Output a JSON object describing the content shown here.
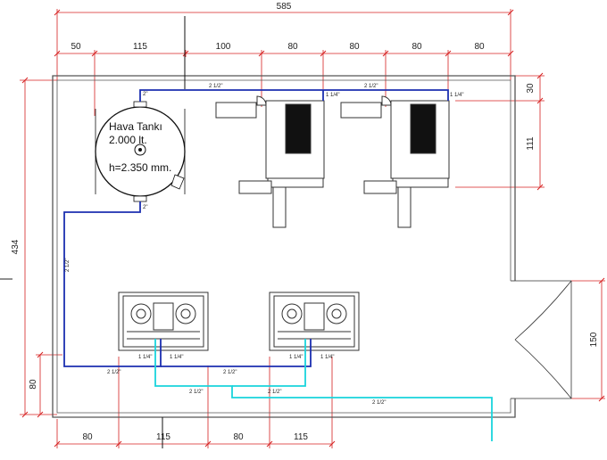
{
  "colors": {
    "dimension": "#d62020",
    "wall": "#555555",
    "air_pipe": "#1c2fb0",
    "water_pipe": "#19d4dc",
    "equipment": "#333333"
  },
  "dimensions": {
    "overall_width": "585",
    "top_segments": [
      "50",
      "115",
      "100",
      "80",
      "80",
      "80",
      "80"
    ],
    "bottom_segments": [
      "80",
      "115",
      "80",
      "115"
    ],
    "left_height": "434",
    "left_bottom": "80",
    "right_top": "30",
    "right_mid": "111",
    "right_door": "150"
  },
  "tank": {
    "line1": "Hava Tankı",
    "line2": "2.000 lt.",
    "line3": "h=2.350 mm."
  },
  "pipe_labels": {
    "top_main_1": "2 1/2\"",
    "top_main_2": "2 1/2\"",
    "tank_top": "2\"",
    "tank_bottom": "2\"",
    "comp1_in": "1 1/4\"",
    "comp2_in": "1 1/4\"",
    "left_riser": "2 1/2\"",
    "dryer1_left": "1 1/4\"",
    "dryer1_right": "1 1/4\"",
    "dryer2_left": "1 1/4\"",
    "dryer2_right": "1 1/4\"",
    "bottom_blue_1": "2 1/2\"",
    "bottom_blue_2": "2 1/2\"",
    "bottom_cyan_1": "2 1/2\"",
    "bottom_cyan_2": "2 1/2\"",
    "bottom_cyan_3": "2 1/2\""
  }
}
